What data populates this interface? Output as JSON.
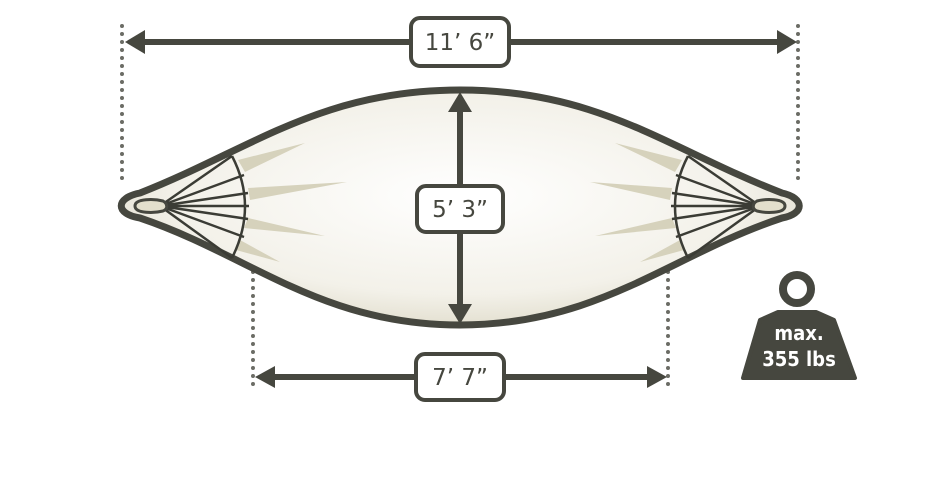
{
  "dimensions": {
    "total_length": "11’ 6”",
    "width": "5’ 3”",
    "bed_length": "7’ 7”"
  },
  "weight_limit": {
    "line1": "max.",
    "line2": "355 lbs"
  },
  "colors": {
    "outline": "#46473f",
    "fabric": "#f4f2ea",
    "shade": "#d6d2bc"
  }
}
